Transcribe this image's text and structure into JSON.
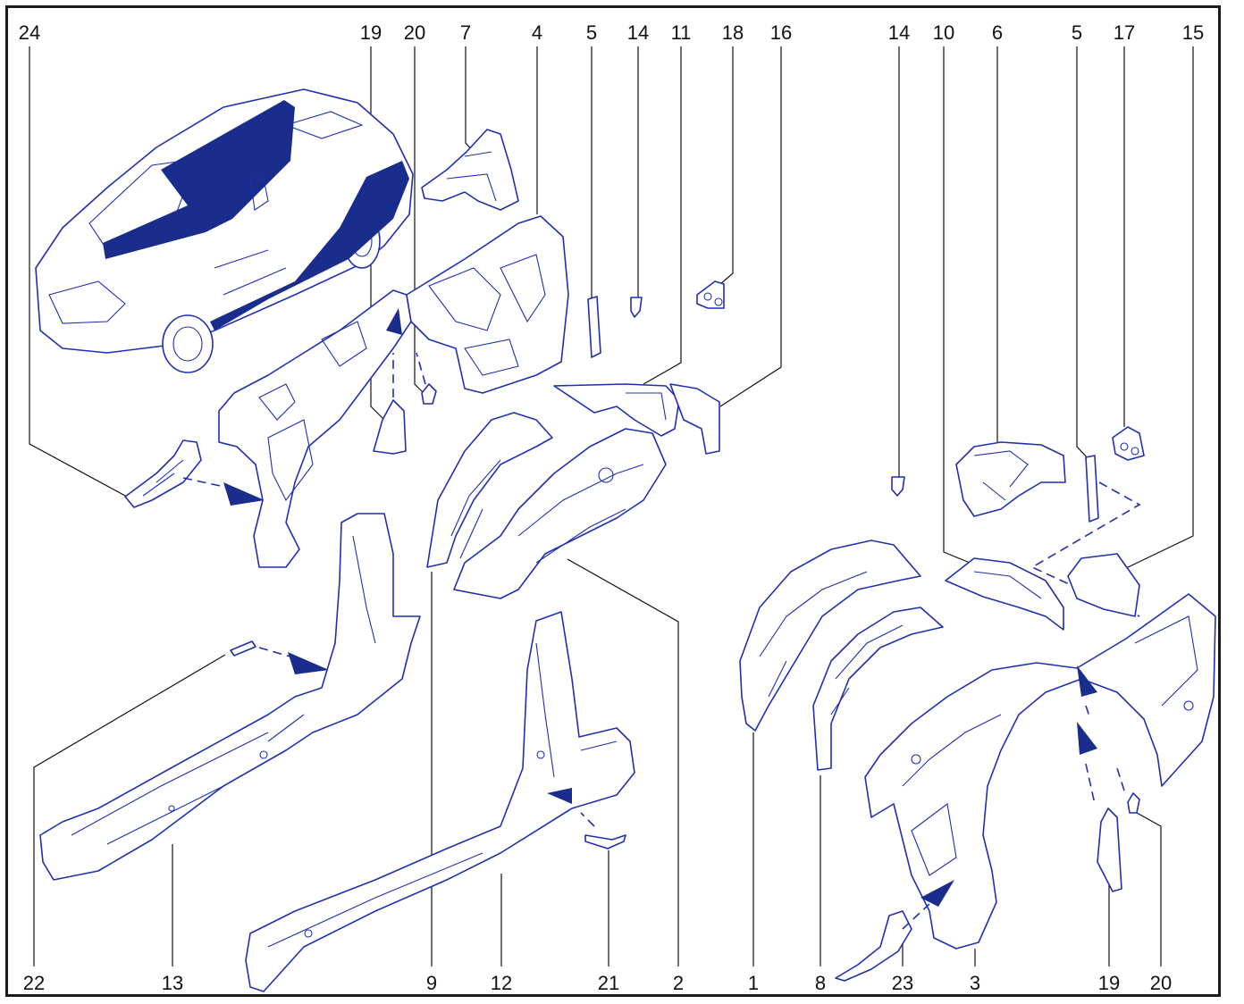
{
  "diagram": {
    "callouts_top": [
      "24",
      "19",
      "20",
      "7",
      "4",
      "5",
      "14",
      "11",
      "18",
      "16",
      "14",
      "10",
      "6",
      "5",
      "17",
      "15"
    ],
    "callouts_bottom": [
      "22",
      "13",
      "9",
      "12",
      "21",
      "2",
      "1",
      "8",
      "23",
      "3",
      "19",
      "20"
    ]
  },
  "colors": {
    "line": "#1f2fb0",
    "highlight": "#1a2d8c",
    "frame": "#1a1a1a"
  }
}
